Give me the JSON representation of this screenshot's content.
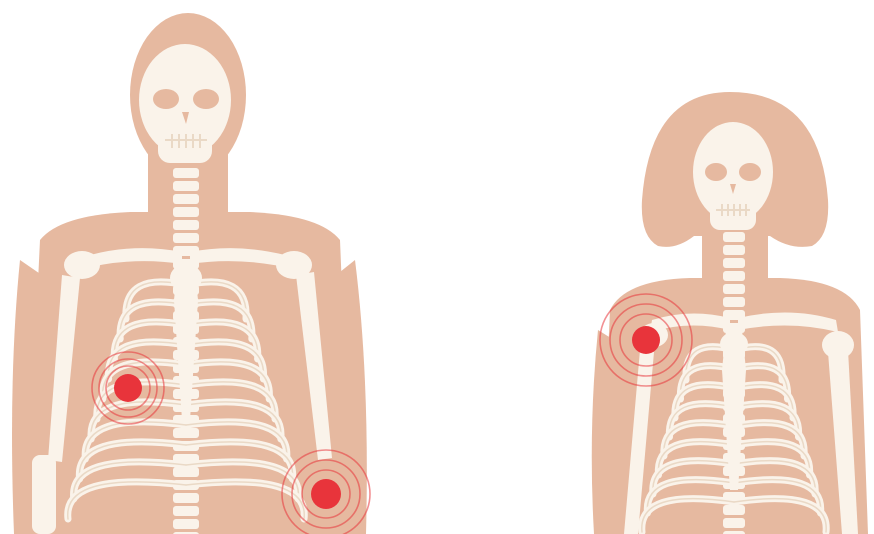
{
  "colors": {
    "background": "#ffffff",
    "skin": "#e6b9a0",
    "bone": "#faf3ea",
    "bone_line": "#ead9c6",
    "pain": "#e8343b",
    "pain_ring": "#e8343b"
  },
  "figures": [
    {
      "name": "male-figure",
      "pain_points": 2
    },
    {
      "name": "female-figure",
      "pain_points": 1
    }
  ],
  "icons": [
    "pain-point-icon"
  ]
}
